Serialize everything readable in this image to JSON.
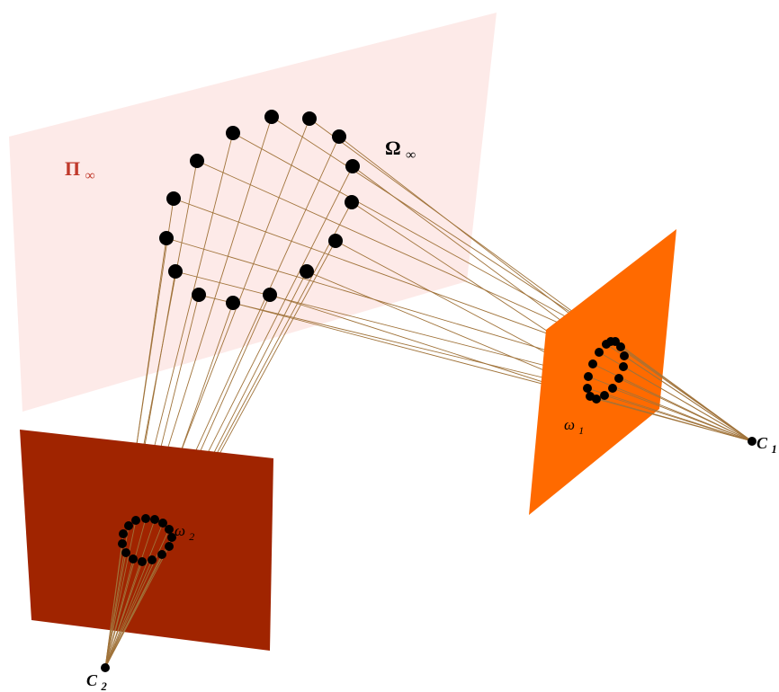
{
  "labels": {
    "plane_infinity": "Π∞",
    "absolute_conic": "Ω∞",
    "image_1": "ω1",
    "image_2": "ω2",
    "camera_1": "C1",
    "camera_2": "C2"
  },
  "colors": {
    "plane_infinity_fill": "#fde6e4",
    "plane_infinity_label": "#c0392b",
    "image_plane_1": "#ff6a00",
    "image_plane_2": "#a02400",
    "ray": "#a0733a",
    "point": "#000000"
  }
}
